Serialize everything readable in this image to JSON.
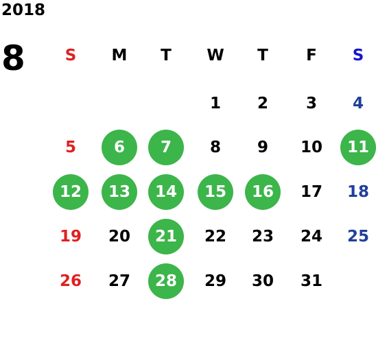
{
  "year": "2018",
  "month": "8",
  "colors": {
    "sunday": "#e02020",
    "saturday": "#1f3f99",
    "weekday": "#000000",
    "highlight_bg": "#3cb54a",
    "highlight_text": "#ffffff"
  },
  "weekday_headers": [
    {
      "label": "S",
      "color": "#e02020"
    },
    {
      "label": "M",
      "color": "#000000"
    },
    {
      "label": "T",
      "color": "#000000"
    },
    {
      "label": "W",
      "color": "#000000"
    },
    {
      "label": "T",
      "color": "#000000"
    },
    {
      "label": "F",
      "color": "#000000"
    },
    {
      "label": "S",
      "color": "#1515d0"
    }
  ],
  "first_weekday_index": 3,
  "days_in_month": 31,
  "highlighted_days": [
    6,
    7,
    11,
    12,
    13,
    14,
    15,
    16,
    21,
    28
  ]
}
